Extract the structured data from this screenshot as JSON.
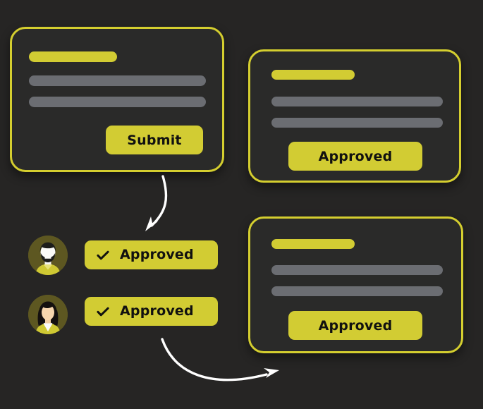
{
  "theme": {
    "background": "#262524",
    "card_background": "#2a2a29",
    "accent_yellow": "#d2cc33",
    "border_yellow": "#d4ce2f",
    "placeholder_gray": "#6b6d72",
    "text_on_accent": "#111110",
    "arrow_color": "#ffffff",
    "avatar_background": "#5d5721"
  },
  "cards": [
    {
      "id": "request-card",
      "title_placeholder": "",
      "body_placeholders": [
        "",
        ""
      ],
      "action_label": "Submit"
    },
    {
      "id": "approved-card-top",
      "title_placeholder": "",
      "body_placeholders": [
        "",
        ""
      ],
      "action_label": "Approved"
    },
    {
      "id": "approved-card-bottom",
      "title_placeholder": "",
      "body_placeholders": [
        "",
        ""
      ],
      "action_label": "Approved"
    }
  ],
  "approvers": [
    {
      "avatar": "male-avatar-icon",
      "status_label": "Approved",
      "status_icon": "check-icon"
    },
    {
      "avatar": "female-avatar-icon",
      "status_label": "Approved",
      "status_icon": "check-icon"
    }
  ],
  "arrows": [
    {
      "name": "flow-arrow-submit-to-approvers"
    },
    {
      "name": "flow-arrow-approvers-to-approved-card"
    }
  ]
}
